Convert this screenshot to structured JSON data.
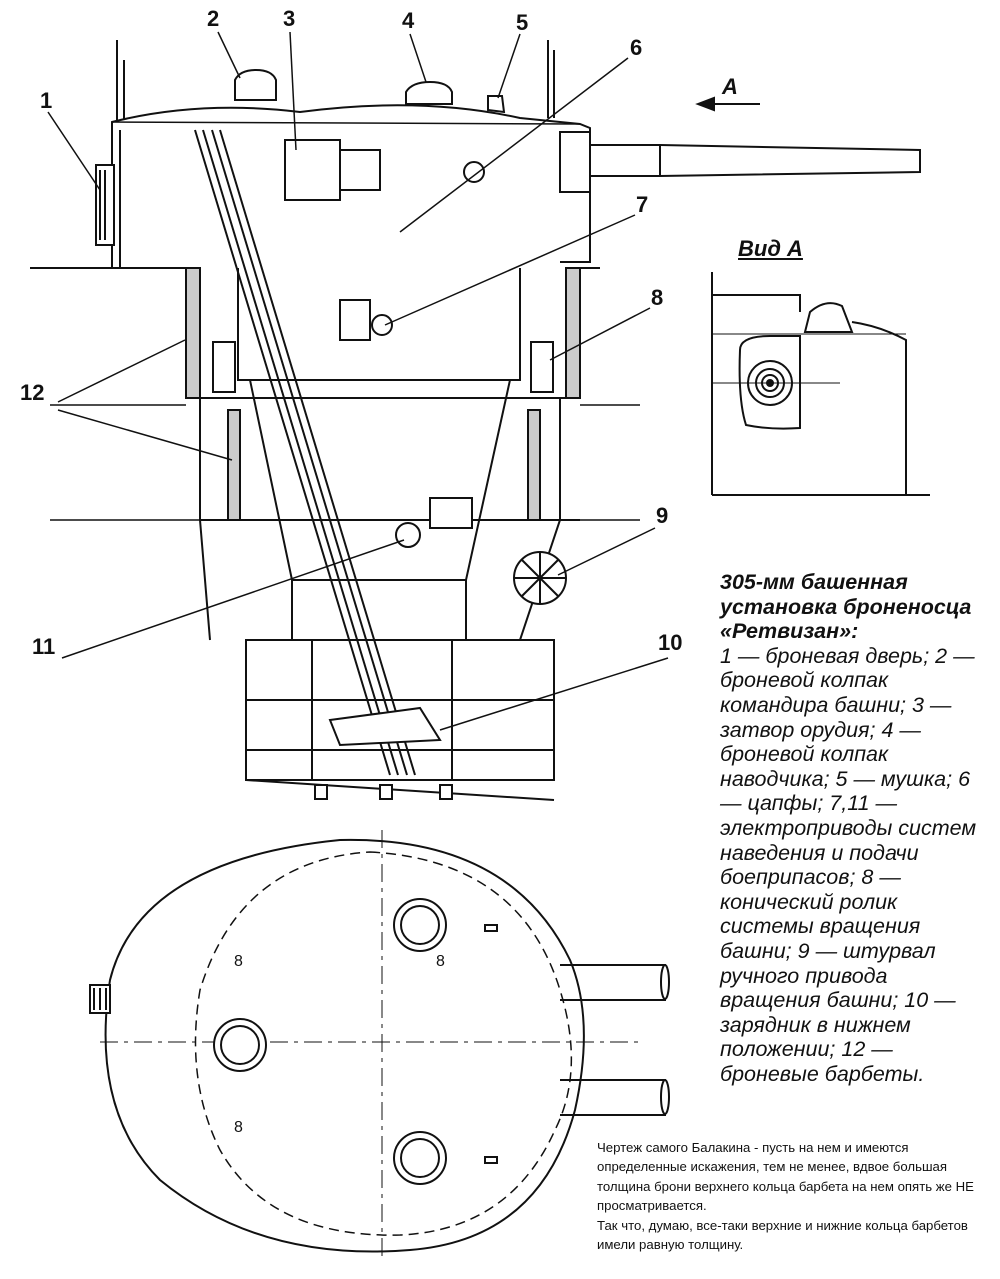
{
  "callouts": {
    "n1": "1",
    "n2": "2",
    "n3": "3",
    "n4": "4",
    "n5": "5",
    "n6": "6",
    "n7": "7",
    "n8": "8",
    "n9": "9",
    "n10": "10",
    "n11": "11",
    "n12": "12"
  },
  "view_label": "Вид А",
  "arrow_label": "A",
  "legend": {
    "title": "305-мм башенная установка броненосца «Ретвизан»:",
    "items": [
      "1 — броневая дверь;",
      "2 — броневой колпак командира башни;",
      "3 — затвор орудия;",
      "4 — броневой колпак наводчика;",
      "5 — мушка;",
      "6 — цапфы;",
      "7,11 — электроприводы систем наведения и подачи боеприпасов;",
      "8 — конический ролик системы вращения башни;",
      "9 — штурвал ручного привода вращения башни;",
      "10 — зарядник в нижнем положении;",
      "12 — броневые барбеты."
    ]
  },
  "note": {
    "line1": "Чертеж самого Балакина - пусть на нем и имеются определенные искажения, тем не менее, вдвое большая толщина брони верхнего кольца барбета на нем опять же НЕ просматривается.",
    "line2": "Так что, думаю, все-таки верхние и нижние кольца барбетов имели равную толщину."
  }
}
